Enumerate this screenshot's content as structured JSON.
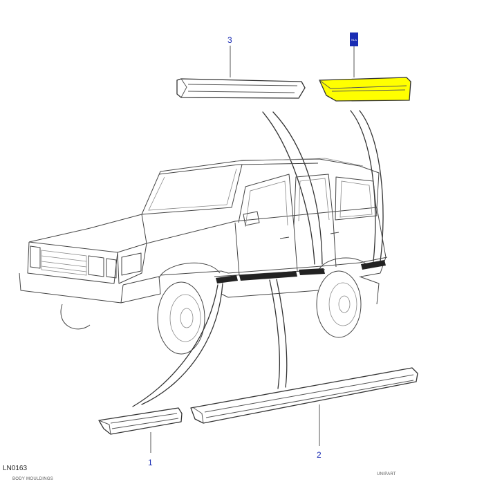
{
  "diagram": {
    "callouts": {
      "item1": "1",
      "item2": "2",
      "item3": "3",
      "item4_tag": "NLA"
    },
    "highlight_color": "#ffff00",
    "callout_color": "#1a2db4",
    "icons": [
      "callout-tag-icon"
    ]
  },
  "footer": {
    "code": "LN0163",
    "left_caption": "BODY MOULDINGS",
    "right_caption": "UNIPART"
  }
}
